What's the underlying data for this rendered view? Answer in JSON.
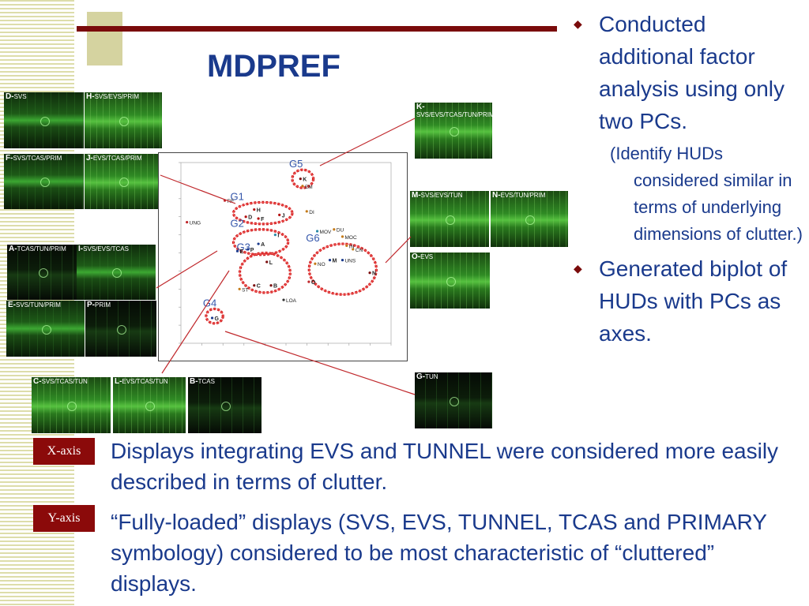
{
  "slide": {
    "title": "MDPREF",
    "bullets": [
      {
        "text": "Conducted additional factor analysis using only two PCs."
      },
      {
        "text": "(Identify HUDs considered similar in terms of underlying dimensions of clutter.)"
      },
      {
        "text": "Generated biplot of HUDs with PCs as axes."
      }
    ],
    "axes_notes": [
      {
        "badge": "X-axis",
        "text": "Displays integrating EVS and TUNNEL were considered more easily described in terms of clutter."
      },
      {
        "badge": "Y-axis",
        "text": "“Fully-loaded” displays (SVS, EVS, TUNNEL, TCAS and PRIMARY symbology) considered to be most characteristic of “cluttered” displays."
      }
    ],
    "colors": {
      "title": "#1a3a8c",
      "accent_bar": "#7a0b0b",
      "badge": "#8b0a0a",
      "connector": "#c0282c",
      "group_ring": "#cc1a1a",
      "group_label": "#3355aa"
    }
  },
  "thumbnails": [
    {
      "letter": "D-",
      "desc": "SVS"
    },
    {
      "letter": "H-",
      "desc": "SVS/EVS/PRIM"
    },
    {
      "letter": "F-",
      "desc": "SVS/TCAS/PRIM"
    },
    {
      "letter": "J-",
      "desc": "EVS/TCAS/PRIM"
    },
    {
      "letter": "A-",
      "desc": "TCAS/TUN/PRIM"
    },
    {
      "letter": "I-",
      "desc": "SVS/EVS/TCAS"
    },
    {
      "letter": "E-",
      "desc": "SVS/TUN/PRIM"
    },
    {
      "letter": "P-",
      "desc": "PRIM"
    },
    {
      "letter": "C-",
      "desc": "SVS/TCAS/TUN"
    },
    {
      "letter": "L-",
      "desc": "EVS/TCAS/TUN"
    },
    {
      "letter": "B-",
      "desc": "TCAS"
    },
    {
      "letter": "K-",
      "desc": "SVS/EVS/TCAS/TUN/PRIM"
    },
    {
      "letter": "M-",
      "desc": "SVS/EVS/TUN"
    },
    {
      "letter": "N-",
      "desc": "EVS/TUN/PRIM"
    },
    {
      "letter": "O-",
      "desc": "EVS"
    },
    {
      "letter": "G-",
      "desc": "TUN"
    }
  ],
  "chart_data": {
    "type": "scatter",
    "title": "",
    "xlabel": "",
    "ylabel": "",
    "xlim": [
      0,
      100
    ],
    "ylim": [
      0,
      100
    ],
    "grid": false,
    "points": [
      {
        "label": "K",
        "x": 58,
        "y": 91,
        "color": "#7a0b0b"
      },
      {
        "label": "EM",
        "x": 59,
        "y": 87,
        "color": "#c47a18"
      },
      {
        "label": "RE",
        "x": 22,
        "y": 79,
        "color": "#c0282c"
      },
      {
        "label": "UNG",
        "x": 4,
        "y": 67,
        "color": "#c0282c"
      },
      {
        "label": "H",
        "x": 36,
        "y": 74,
        "color": "#b41010"
      },
      {
        "label": "D",
        "x": 32,
        "y": 70,
        "color": "#b41010"
      },
      {
        "label": "F",
        "x": 38,
        "y": 69,
        "color": "#b41010"
      },
      {
        "label": "J",
        "x": 48,
        "y": 71,
        "color": "#b41010"
      },
      {
        "label": "DI",
        "x": 61,
        "y": 73,
        "color": "#c47a18"
      },
      {
        "label": "I",
        "x": 46,
        "y": 60,
        "color": "#2a8aa8"
      },
      {
        "label": "A",
        "x": 38,
        "y": 55,
        "color": "#1a3a8c"
      },
      {
        "label": "P",
        "x": 33,
        "y": 52,
        "color": "#1a3a8c"
      },
      {
        "label": "E",
        "x": 28,
        "y": 51,
        "color": "#1a3a8c"
      },
      {
        "label": "MOV",
        "x": 66,
        "y": 62,
        "color": "#2a8aa8"
      },
      {
        "label": "DU",
        "x": 74,
        "y": 63,
        "color": "#c47a18"
      },
      {
        "label": "MOC",
        "x": 78,
        "y": 59,
        "color": "#c47a18"
      },
      {
        "label": "IN",
        "x": 80,
        "y": 54,
        "color": "#c47a18"
      },
      {
        "label": "CN",
        "x": 83,
        "y": 52,
        "color": "#c47a18"
      },
      {
        "label": "M",
        "x": 72,
        "y": 46,
        "color": "#1a3a8c"
      },
      {
        "label": "UNS",
        "x": 78,
        "y": 46,
        "color": "#1a3a8c"
      },
      {
        "label": "NO",
        "x": 65,
        "y": 44,
        "color": "#c47a18"
      },
      {
        "label": "N",
        "x": 91,
        "y": 39,
        "color": "#7a0b0b"
      },
      {
        "label": "O",
        "x": 62,
        "y": 34,
        "color": "#c0282c"
      },
      {
        "label": "L",
        "x": 42,
        "y": 45,
        "color": "#7a0b0b"
      },
      {
        "label": "C",
        "x": 36,
        "y": 32,
        "color": "#7a0b0b"
      },
      {
        "label": "B",
        "x": 44,
        "y": 32,
        "color": "#7a0b0b"
      },
      {
        "label": "ST",
        "x": 29,
        "y": 30,
        "color": "#c47a18"
      },
      {
        "label": "LOA",
        "x": 50,
        "y": 24,
        "color": "#333333"
      },
      {
        "label": "G",
        "x": 16,
        "y": 14,
        "color": "#1a3a8c"
      }
    ],
    "groups": [
      {
        "label": "G5",
        "cx": 58,
        "cy": 91,
        "rx": 5,
        "ry": 5
      },
      {
        "label": "G1",
        "cx": 39,
        "cy": 72,
        "rx": 14,
        "ry": 6
      },
      {
        "label": "G2",
        "cx": 38,
        "cy": 56,
        "rx": 13,
        "ry": 7
      },
      {
        "label": "G3",
        "cx": 40,
        "cy": 39,
        "rx": 12,
        "ry": 11
      },
      {
        "label": "G4",
        "cx": 16,
        "cy": 15,
        "rx": 4,
        "ry": 4
      },
      {
        "label": "G6",
        "cx": 77,
        "cy": 41,
        "rx": 16,
        "ry": 14
      }
    ]
  }
}
